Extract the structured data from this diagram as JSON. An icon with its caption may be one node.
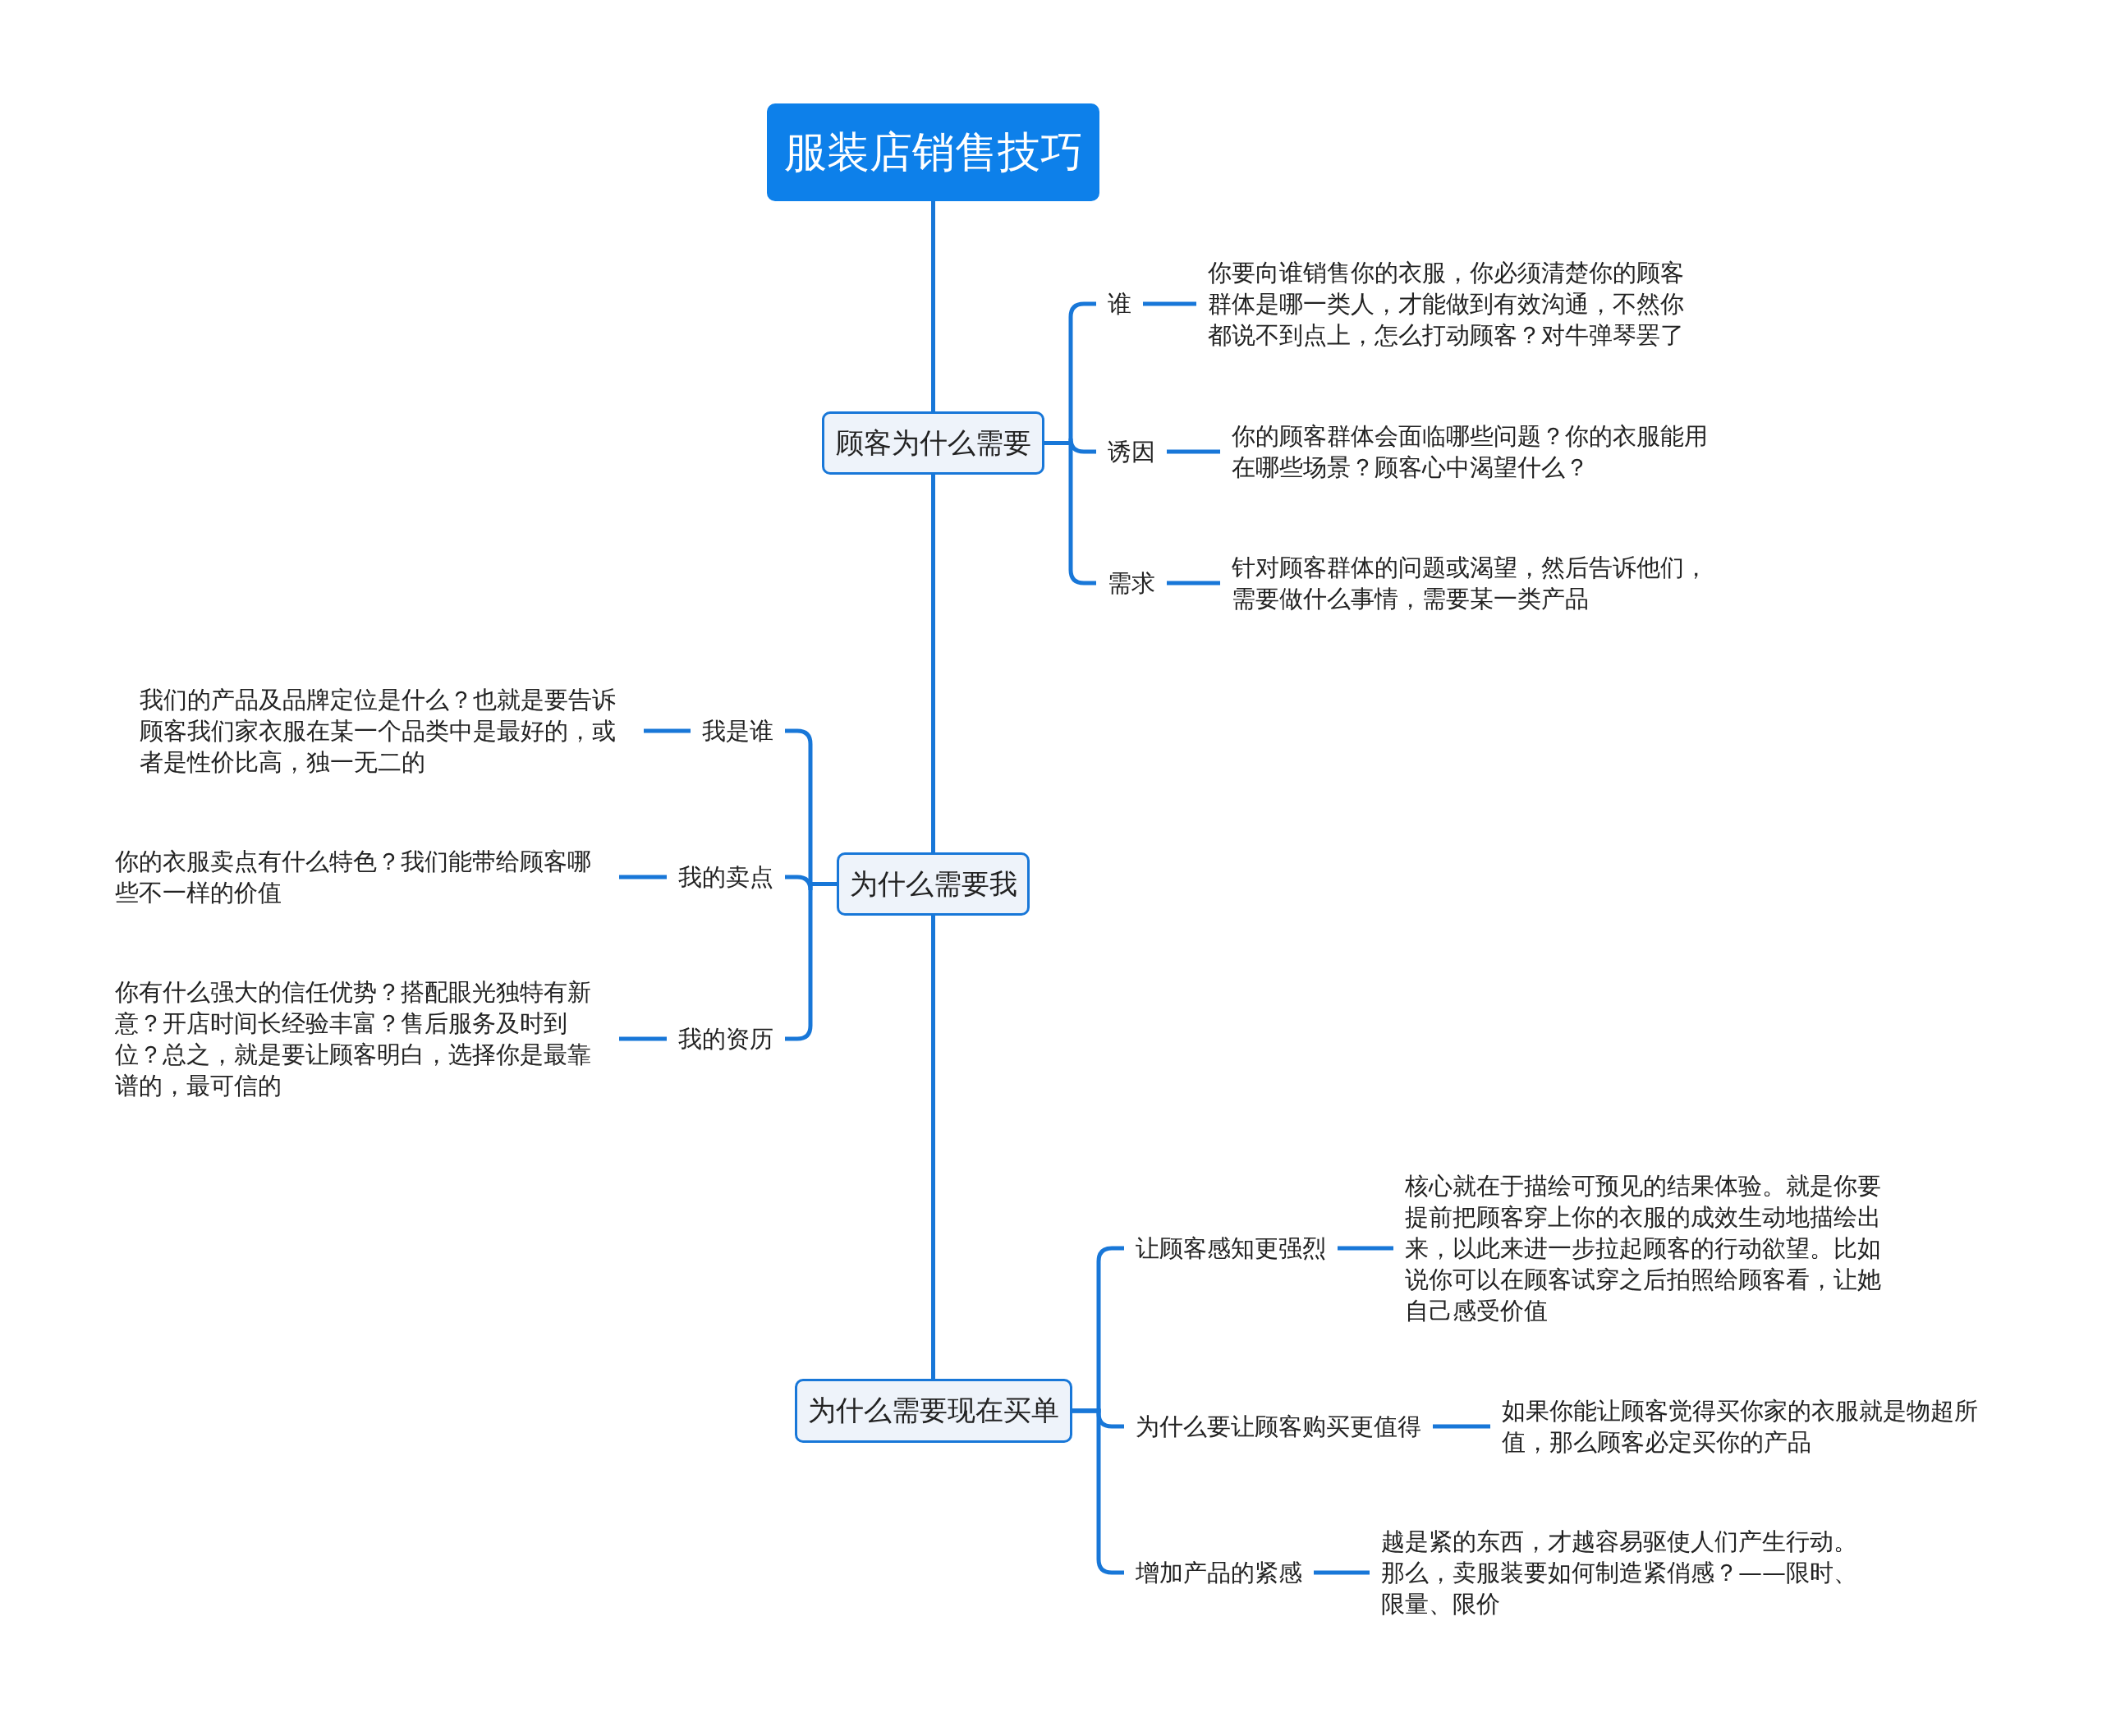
{
  "diagram": {
    "nodes": [
      {
        "text": [
          "服装店销售技巧"
        ]
      },
      {
        "text": [
          "顾客为什么需要"
        ]
      },
      {
        "text": [
          "谁"
        ]
      },
      {
        "text": [
          "你要向谁销售你的衣服，你必须清楚你的顾客群体是哪一类人，才能做到有效沟通，不然你都说不到点上，怎么打动顾客？对牛弹琴罢了"
        ]
      },
      {
        "text": [
          "诱因"
        ]
      },
      {
        "text": [
          "你的顾客群体会面临哪些问题？你的衣服能用在哪些场景？顾客心中渴望什么？"
        ]
      },
      {
        "text": [
          "需求"
        ]
      },
      {
        "text": [
          "针对顾客群体的问题或渴望，然后告诉他们，需要做什么事情，需要某一类产品"
        ]
      },
      {
        "text": [
          "为什么需要我"
        ]
      },
      {
        "text": [
          "我是谁"
        ]
      },
      {
        "text": [
          "我们的产品及品牌定位是什么？也就是要告诉顾客我们家衣服在某一个品类中是最好的，或者是性价比高，独一无二的"
        ]
      },
      {
        "text": [
          "我的卖点"
        ]
      },
      {
        "text": [
          "你的衣服卖点有什么特色？我们能带给顾客哪些不一样的价值"
        ]
      },
      {
        "text": [
          "我的资历"
        ]
      },
      {
        "text": [
          "你有什么强大的信任优势？搭配眼光独特有新意？开店时间长经验丰富？售后服务及时到位？总之，就是要让顾客明白，选择你是最靠谱的，最可信的"
        ]
      },
      {
        "text": [
          "为什么需要现在买单"
        ]
      },
      {
        "text": [
          "让顾客感知更强烈"
        ]
      },
      {
        "text": [
          "核心就在于描绘可预见的结果体验。就是你要提前把顾客穿上你的衣服的成效生动地描绘出来，以此来进一步拉起顾客的行动欲望。比如说你可以在顾客试穿之后拍照给顾客看，让她自己感受价值"
        ]
      },
      {
        "text": [
          "为什么要让顾客购买更值得"
        ]
      },
      {
        "text": [
          "如果你能让顾客觉得买你家的衣服就是物超所值，那么顾客必定买你的产品"
        ]
      },
      {
        "text": [
          "增加产品的紧感"
        ]
      },
      {
        "text": [
          "越是紧的东西，才越容易驱使人们产生行动。那么，卖服装要如何制造紧俏感？——限时、限量、限价"
        ]
      }
    ],
    "edges": [
      {
        "from": 0,
        "to": 1,
        "arrow": "none"
      },
      {
        "from": 1,
        "to": 8,
        "arrow": "none"
      },
      {
        "from": 8,
        "to": 15,
        "arrow": "none"
      },
      {
        "from": 1,
        "to": 2,
        "arrow": "none"
      },
      {
        "from": 2,
        "to": 3,
        "arrow": "none"
      },
      {
        "from": 1,
        "to": 4,
        "arrow": "none"
      },
      {
        "from": 4,
        "to": 5,
        "arrow": "none"
      },
      {
        "from": 1,
        "to": 6,
        "arrow": "none"
      },
      {
        "from": 6,
        "to": 7,
        "arrow": "none"
      },
      {
        "from": 8,
        "to": 9,
        "arrow": "none"
      },
      {
        "from": 9,
        "to": 10,
        "arrow": "none"
      },
      {
        "from": 8,
        "to": 11,
        "arrow": "none"
      },
      {
        "from": 11,
        "to": 12,
        "arrow": "none"
      },
      {
        "from": 8,
        "to": 13,
        "arrow": "none"
      },
      {
        "from": 13,
        "to": 14,
        "arrow": "none"
      },
      {
        "from": 15,
        "to": 16,
        "arrow": "none"
      },
      {
        "from": 16,
        "to": 17,
        "arrow": "none"
      },
      {
        "from": 15,
        "to": 18,
        "arrow": "none"
      },
      {
        "from": 18,
        "to": 19,
        "arrow": "none"
      },
      {
        "from": 15,
        "to": 20,
        "arrow": "none"
      },
      {
        "from": 20,
        "to": 21,
        "arrow": "none"
      }
    ]
  }
}
